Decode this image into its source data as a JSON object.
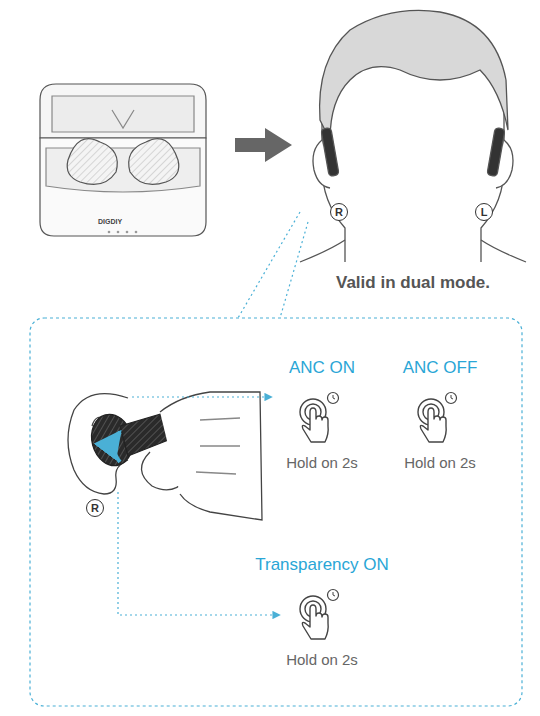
{
  "diagram": {
    "nodes": [
      {
        "text": [
          "R"
        ]
      },
      {
        "text": [
          "L"
        ]
      },
      {
        "text": [
          "R"
        ]
      }
    ],
    "labels": [
      "DIGDIY",
      "Valid in dual mode.",
      "ANC ON",
      "ANC OFF",
      "Hold on 2s",
      "Hold on 2s",
      "Transparency ON",
      "Hold on 2s"
    ]
  }
}
